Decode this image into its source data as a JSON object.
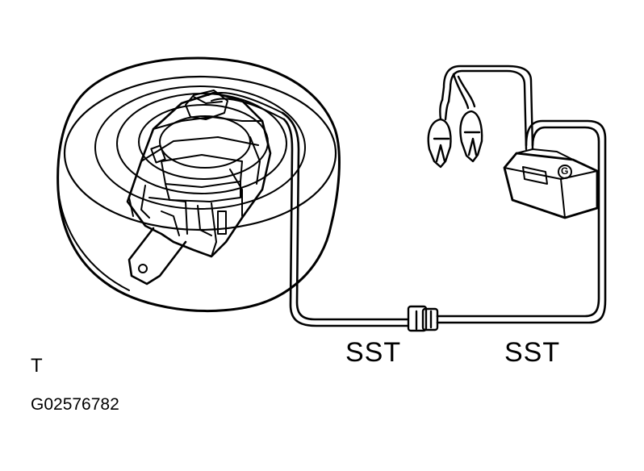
{
  "labels": {
    "sst_left": "SST",
    "sst_right": "SST",
    "corner_letter": "T",
    "figure_id": "G02576782",
    "tester_mark": "G"
  },
  "parts": {
    "tire": "spare-tire-icon",
    "actuator": "airbag-actuator-icon",
    "connector": "harness-connector-icon",
    "tester": "tester-box-icon",
    "clips": "alligator-clip-icon"
  },
  "colors": {
    "line": "#000000",
    "background": "#ffffff"
  }
}
